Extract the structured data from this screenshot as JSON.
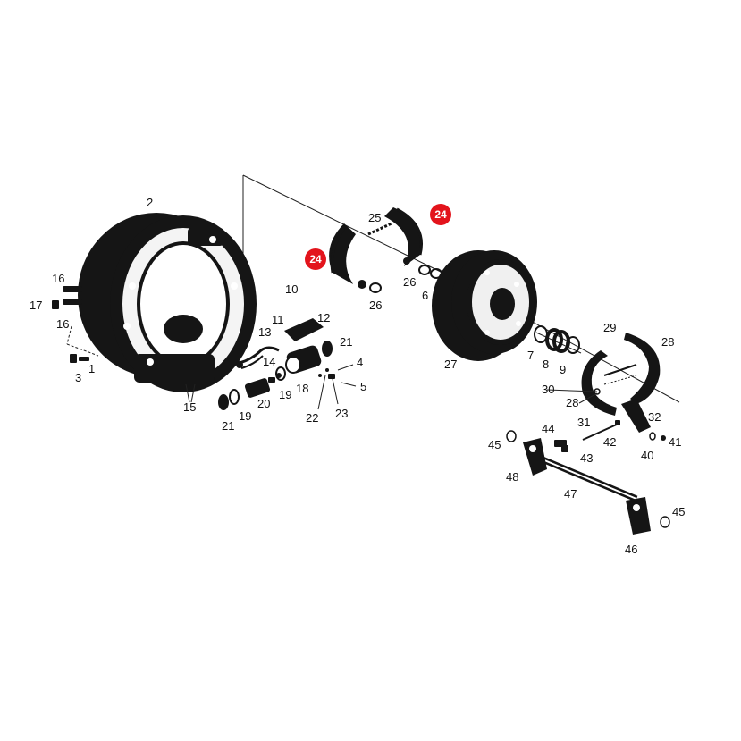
{
  "diagram": {
    "ink_color": "#151515",
    "badge_color": "#e3141c",
    "labels": {
      "l1": "1",
      "l2": "2",
      "l3": "3",
      "l4": "4",
      "l5": "5",
      "l6": "6",
      "l7": "7",
      "l8": "8",
      "l9": "9",
      "l10": "10",
      "l11": "11",
      "l12": "12",
      "l13": "13",
      "l14": "14",
      "l15": "15",
      "l16a": "16",
      "l16b": "16",
      "l17": "17",
      "l18": "18",
      "l19a": "19",
      "l19b": "19",
      "l20": "20",
      "l21a": "21",
      "l21b": "21",
      "l22": "22",
      "l23": "23",
      "l25": "25",
      "l26a": "26",
      "l26b": "26",
      "l27": "27",
      "l28a": "28",
      "l28b": "28",
      "l29": "29",
      "l30": "30",
      "l31": "31",
      "l32": "32",
      "l40": "40",
      "l41": "41",
      "l42": "42",
      "l43": "43",
      "l44": "44",
      "l45a": "45",
      "l45b": "45",
      "l46": "46",
      "l47": "47",
      "l48": "48"
    },
    "badges": {
      "b24a": "24",
      "b24b": "24"
    }
  }
}
